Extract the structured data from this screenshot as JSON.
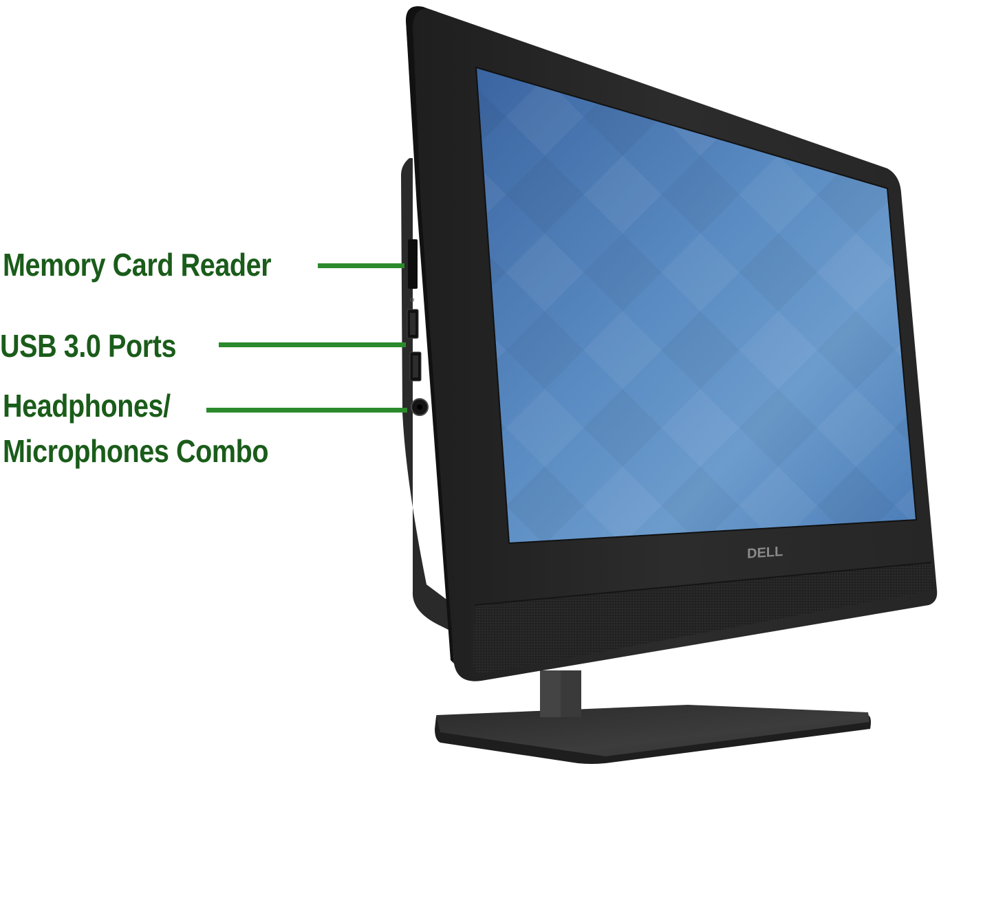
{
  "product": {
    "brand_logo": "DELL",
    "type": "all-in-one desktop computer",
    "screen": {
      "wallpaper": "blue diamond pattern",
      "colors": {
        "dark": "#3b67a3",
        "mid": "#4f7fb8",
        "light": "#6e9fcf"
      }
    },
    "bezel_color": "#2a2a2a",
    "stand_color": "#333333"
  },
  "callouts": [
    {
      "id": "memory-card-reader",
      "lines": [
        "Memory Card Reader"
      ]
    },
    {
      "id": "usb-ports",
      "lines": [
        "USB 3.0 Ports"
      ]
    },
    {
      "id": "audio-combo",
      "lines": [
        "Headphones/",
        "Microphones Combo"
      ]
    }
  ],
  "colors": {
    "label_text": "#1a5c1a",
    "leader_line": "#2b8a2b",
    "background": "#ffffff"
  }
}
